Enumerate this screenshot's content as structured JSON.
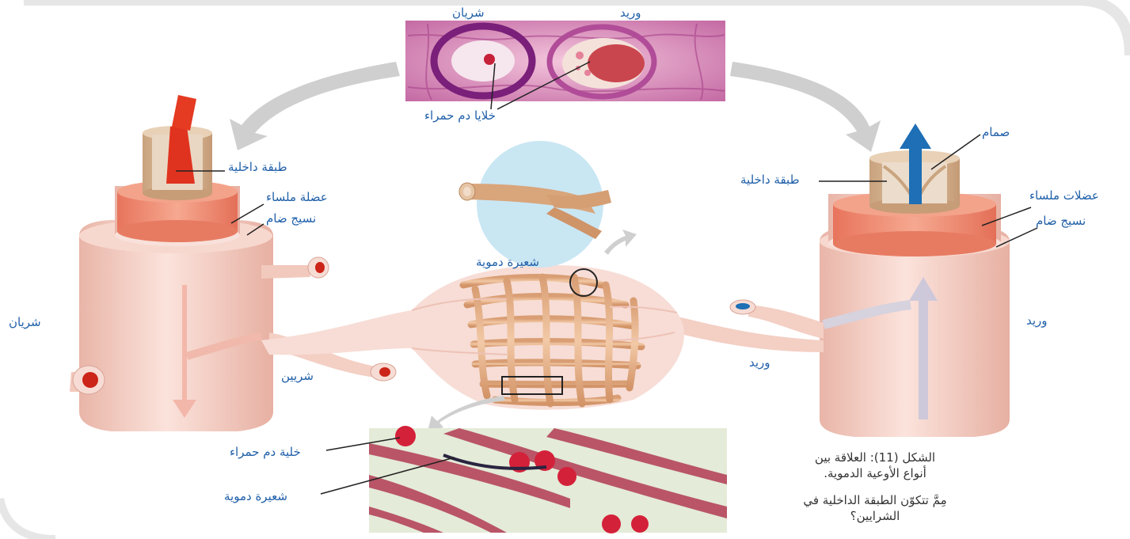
{
  "labels": {
    "top_artery": "شريان",
    "top_vein": "وريد",
    "red_cells_top": "خلايا دم حمراء",
    "artery_inner": "طبقة داخلية",
    "artery_muscle": "عضلة ملساء",
    "artery_connective": "نسيج ضام",
    "artery": "شريان",
    "arteriole": "شريين",
    "capillary_top": "شعيرة دموية",
    "venule": "وريد",
    "vein_valve": "صمام",
    "vein_inner": "طبقة داخلية",
    "vein_muscle": "عضلات ملساء",
    "vein_connective": "نسيج ضام",
    "vein": "وريد",
    "red_cell_bottom": "خلية دم حمراء",
    "capillary_bottom": "شعيرة دموية"
  },
  "caption": {
    "line1": "الشكل (11): العلاقة بين",
    "line2": "أنواع الأوعية الدموية.",
    "question1": "مِمَّ تتكوّن الطبقة الداخلية في",
    "question2": "الشرايين؟"
  },
  "colors": {
    "label_blue": "#1f5fa8",
    "vessel_pink": "#f3cfc4",
    "muscle_red": "#ef8a72",
    "blood_red": "#d62818",
    "vein_blue": "#1e6fb5"
  }
}
